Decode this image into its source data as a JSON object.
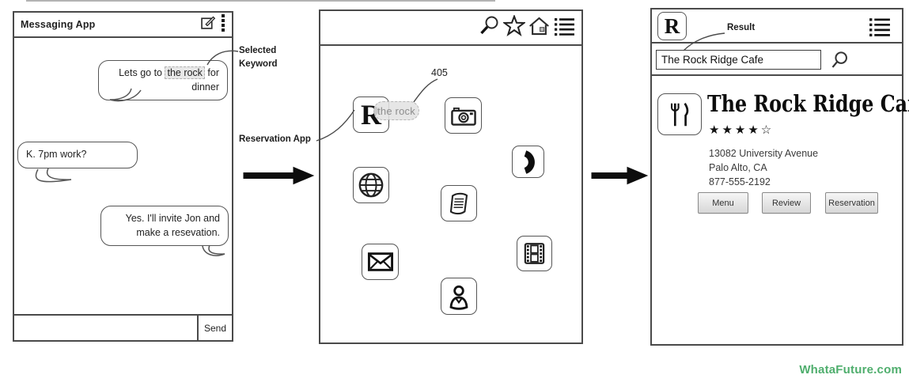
{
  "colors": {
    "wireframe_line": "#4a4a4a",
    "highlight_bg": "#e8e8e8",
    "watermark_green": "#4fae6d"
  },
  "annotations": {
    "selected_keyword": "Selected Keyword",
    "reservation_app": "Reservation App",
    "result": "Result",
    "ref_number": "405"
  },
  "messaging_phone": {
    "title": "Messaging App",
    "header_icons": [
      "compose-icon",
      "kebab-menu-icon"
    ],
    "bubble1": {
      "pre": "Lets go to ",
      "keyword": "the rock",
      "post": " for dinner",
      "side": "right"
    },
    "bubble2": {
      "text": "K. 7pm work?",
      "side": "left"
    },
    "bubble3": {
      "text": "Yes. I'll invite Jon and make a resevation.",
      "side": "right"
    },
    "send_label": "Send",
    "message_input_value": ""
  },
  "apps_phone": {
    "toolbar_icons": [
      "search-icon",
      "star-icon",
      "home-icon",
      "list-icon"
    ],
    "reservation_logo_letter": "R",
    "keyword_pill": "the rock",
    "app_icons": [
      "reservation-app",
      "camera-app",
      "phone-app",
      "browser-app",
      "notes-app",
      "mail-app",
      "movies-app",
      "contacts-app"
    ]
  },
  "result_phone": {
    "logo_letter": "R",
    "toolbar_icons": [
      "list-icon"
    ],
    "search_value": "The Rock Ridge Cafe",
    "cafe_name": "The Rock Ridge Cafe",
    "rating_stars": "★★★★☆",
    "rating": {
      "filled": 4,
      "empty": 1
    },
    "address_line1": "13082 University Avenue",
    "address_line2": "Palo Alto, CA",
    "phone_number": "877-555-2192",
    "buttons": {
      "menu": "Menu",
      "review": "Review",
      "reservation": "Reservation"
    }
  },
  "watermark": "WhataFuture.com"
}
